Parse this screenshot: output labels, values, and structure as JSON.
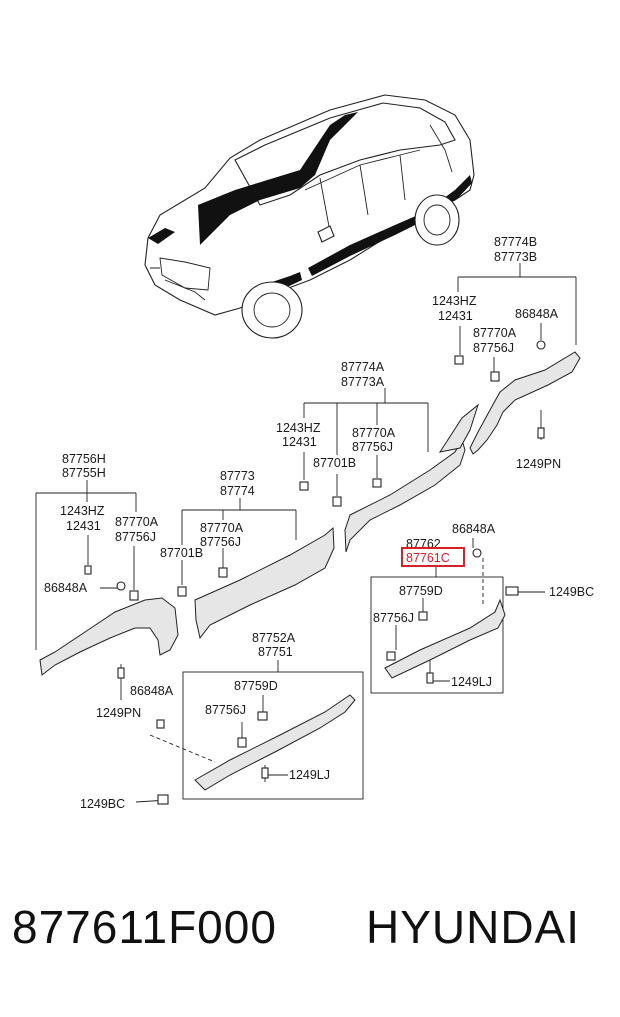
{
  "footer": {
    "part_number": "877611F000",
    "brand": "HYUNDAI"
  },
  "colors": {
    "highlight": "#d6202a",
    "line": "#222222"
  },
  "labels": {
    "l_87774B": "87774B",
    "l_87773B": "87773B",
    "l_1243HZ_a": "1243HZ",
    "l_12431_a": "12431",
    "l_86848A_a": "86848A",
    "l_87770A_a": "87770A",
    "l_87756J_a": "87756J",
    "l_1249PN_a": "1249PN",
    "l_87774A": "87774A",
    "l_87773A": "87773A",
    "l_1243HZ_b": "1243HZ",
    "l_12431_b": "12431",
    "l_87770A_b": "87770A",
    "l_87756J_b": "87756J",
    "l_87701B_a": "87701B",
    "l_87756H": "87756H",
    "l_87755H": "87755H",
    "l_87773": "87773",
    "l_87774": "87774",
    "l_1243HZ_c": "1243HZ",
    "l_12431_c": "12431",
    "l_87770A_c": "87770A",
    "l_87756J_c": "87756J",
    "l_87770A_d": "87770A",
    "l_87756J_d": "87756J",
    "l_87701B_b": "87701B",
    "l_86848A_b": "86848A",
    "l_87762": "87762",
    "l_86848A_c": "86848A",
    "l_87761C": "87761C",
    "l_87759D_a": "87759D",
    "l_1249BC_a": "1249BC",
    "l_87756J_e": "87756J",
    "l_1249LJ_a": "1249LJ",
    "l_1249PN_b": "1249PN",
    "l_87752A": "87752A",
    "l_87751": "87751",
    "l_86848A_d": "86848A",
    "l_87759D_b": "87759D",
    "l_87756J_f": "87756J",
    "l_1249LJ_b": "1249LJ",
    "l_1249BC_b": "1249BC"
  }
}
